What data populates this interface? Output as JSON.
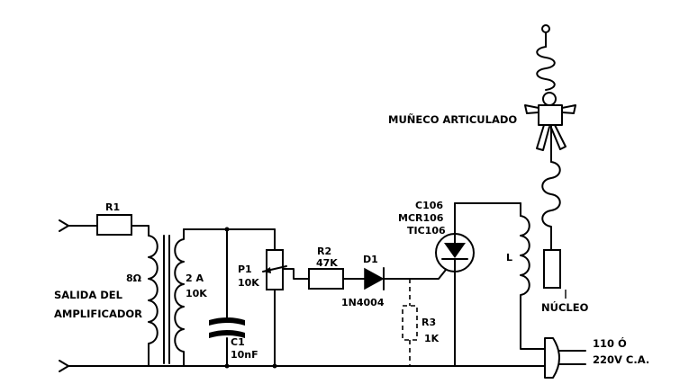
{
  "labels": {
    "doll": "MUÑECO ARTICULADO",
    "r1": "R1",
    "ohm": "8Ω",
    "amp1": "SALIDA DEL",
    "amp2": "AMPLIFICADOR",
    "t2a": "2 A",
    "t10k": "10K",
    "c1": "C1",
    "c1v": "10nF",
    "p1": "P1",
    "p1v": "10K",
    "r2": "R2",
    "r2v": "47K",
    "d1": "D1",
    "d1v": "1N4004",
    "r3": "R3",
    "r3v": "1K",
    "scr1": "C106",
    "scr2": "MCR106",
    "scr3": "TIC106",
    "l": "L",
    "core": "NÚCLEO",
    "mains1": "110 Ó",
    "mains2": "220V C.A."
  }
}
